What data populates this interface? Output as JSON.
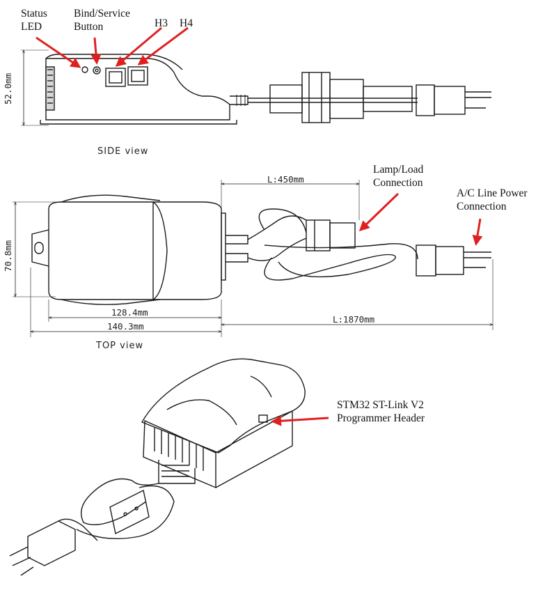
{
  "callouts": {
    "status_led": [
      "Status",
      "LED"
    ],
    "bind_button": [
      "Bind/Service",
      "Button"
    ],
    "h3": "H3",
    "h4": "H4",
    "lamp_load": [
      "Lamp/Load",
      "Connection"
    ],
    "ac_line": [
      "A/C Line Power",
      "Connection"
    ],
    "stm32": [
      "STM32 ST-Link  V2",
      "Programmer Header"
    ]
  },
  "views": {
    "side": "SIDE  view",
    "top": "TOP  view"
  },
  "dimensions": {
    "height_side": "52.0mm",
    "width_top": "70.8mm",
    "cord_short": "L:450mm",
    "body_len": "128.4mm",
    "total_len": "140.3mm",
    "cord_long": "L:1870mm"
  },
  "colors": {
    "arrow": "#e02020",
    "line": "#1a1a1a"
  }
}
